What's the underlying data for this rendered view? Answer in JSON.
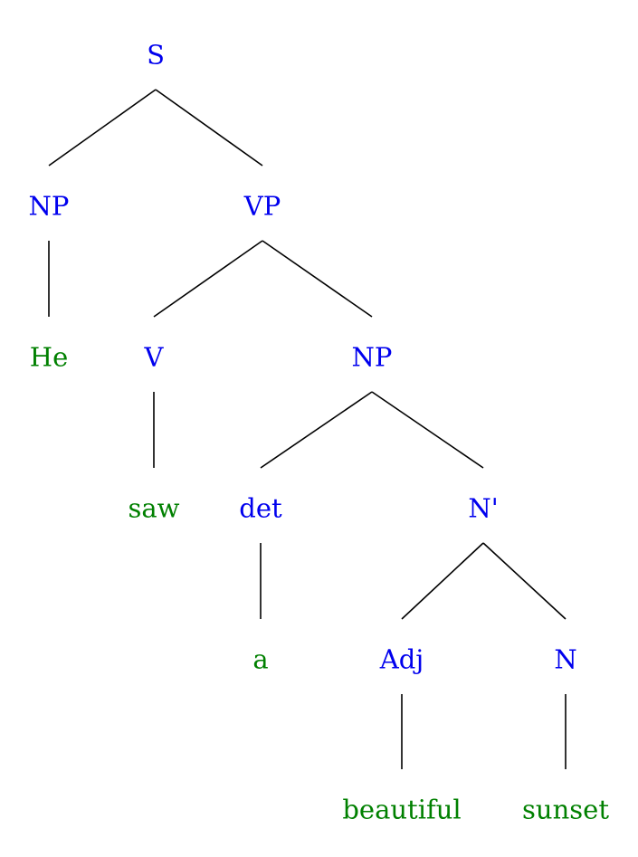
{
  "colors": {
    "category": "#0000ee",
    "word": "#008000",
    "edge": "#000000"
  },
  "tree": {
    "nodes": [
      {
        "id": "s",
        "text": "S",
        "kind": "category",
        "parent": null
      },
      {
        "id": "np1",
        "text": "NP",
        "kind": "category",
        "parent": "s"
      },
      {
        "id": "vp",
        "text": "VP",
        "kind": "category",
        "parent": "s"
      },
      {
        "id": "he",
        "text": "He",
        "kind": "word",
        "parent": "np1"
      },
      {
        "id": "v",
        "text": "V",
        "kind": "category",
        "parent": "vp"
      },
      {
        "id": "np2",
        "text": "NP",
        "kind": "category",
        "parent": "vp"
      },
      {
        "id": "saw",
        "text": "saw",
        "kind": "word",
        "parent": "v"
      },
      {
        "id": "det",
        "text": "det",
        "kind": "category",
        "parent": "np2"
      },
      {
        "id": "nbar",
        "text": "N'",
        "kind": "category",
        "parent": "np2"
      },
      {
        "id": "a",
        "text": "a",
        "kind": "word",
        "parent": "det"
      },
      {
        "id": "adj",
        "text": "Adj",
        "kind": "category",
        "parent": "nbar"
      },
      {
        "id": "n",
        "text": "N",
        "kind": "category",
        "parent": "nbar"
      },
      {
        "id": "beautiful",
        "text": "beautiful",
        "kind": "word",
        "parent": "adj"
      },
      {
        "id": "sunset",
        "text": "sunset",
        "kind": "word",
        "parent": "n"
      }
    ]
  }
}
